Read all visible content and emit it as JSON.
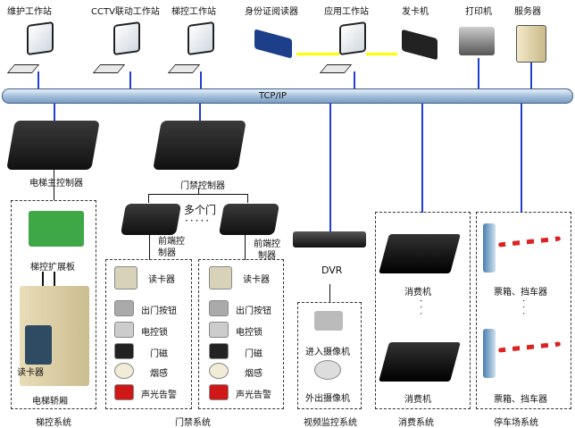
{
  "top_devices": [
    "维护工作站",
    "CCTV联动工作站",
    "梯控工作站",
    "身份证阅读器",
    "应用工作站",
    "发卡机",
    "打印机",
    "服务器"
  ],
  "bus_label": "TCP/IP",
  "elevator": {
    "main_controller": "电梯主控制器",
    "expansion_board": "梯控扩展板",
    "card_reader": "读卡器",
    "car": "电梯轿厢",
    "system": "梯控系统"
  },
  "access": {
    "controller": "门禁控制器",
    "multi_door": "多个门",
    "front_controller": "前端控制器",
    "front_controller_l1": "前端控",
    "front_controller_l2": "制器",
    "items": [
      "读卡器",
      "出门按钮",
      "电控锁",
      "门磁",
      "烟感",
      "声光告警"
    ],
    "system": "门禁系统"
  },
  "video": {
    "dvr": "DVR",
    "in_camera": "进入摄像机",
    "out_camera": "外出摄像机",
    "system": "视频监控系统"
  },
  "consumption": {
    "terminal": "消费机",
    "system": "消费系统"
  },
  "parking": {
    "gate": "票箱、挡车器",
    "system": "停车场系统"
  },
  "colors": {
    "network_line": "#1f3fd0",
    "serial_line": "#ffff00",
    "bus": "#9ab8d6"
  }
}
